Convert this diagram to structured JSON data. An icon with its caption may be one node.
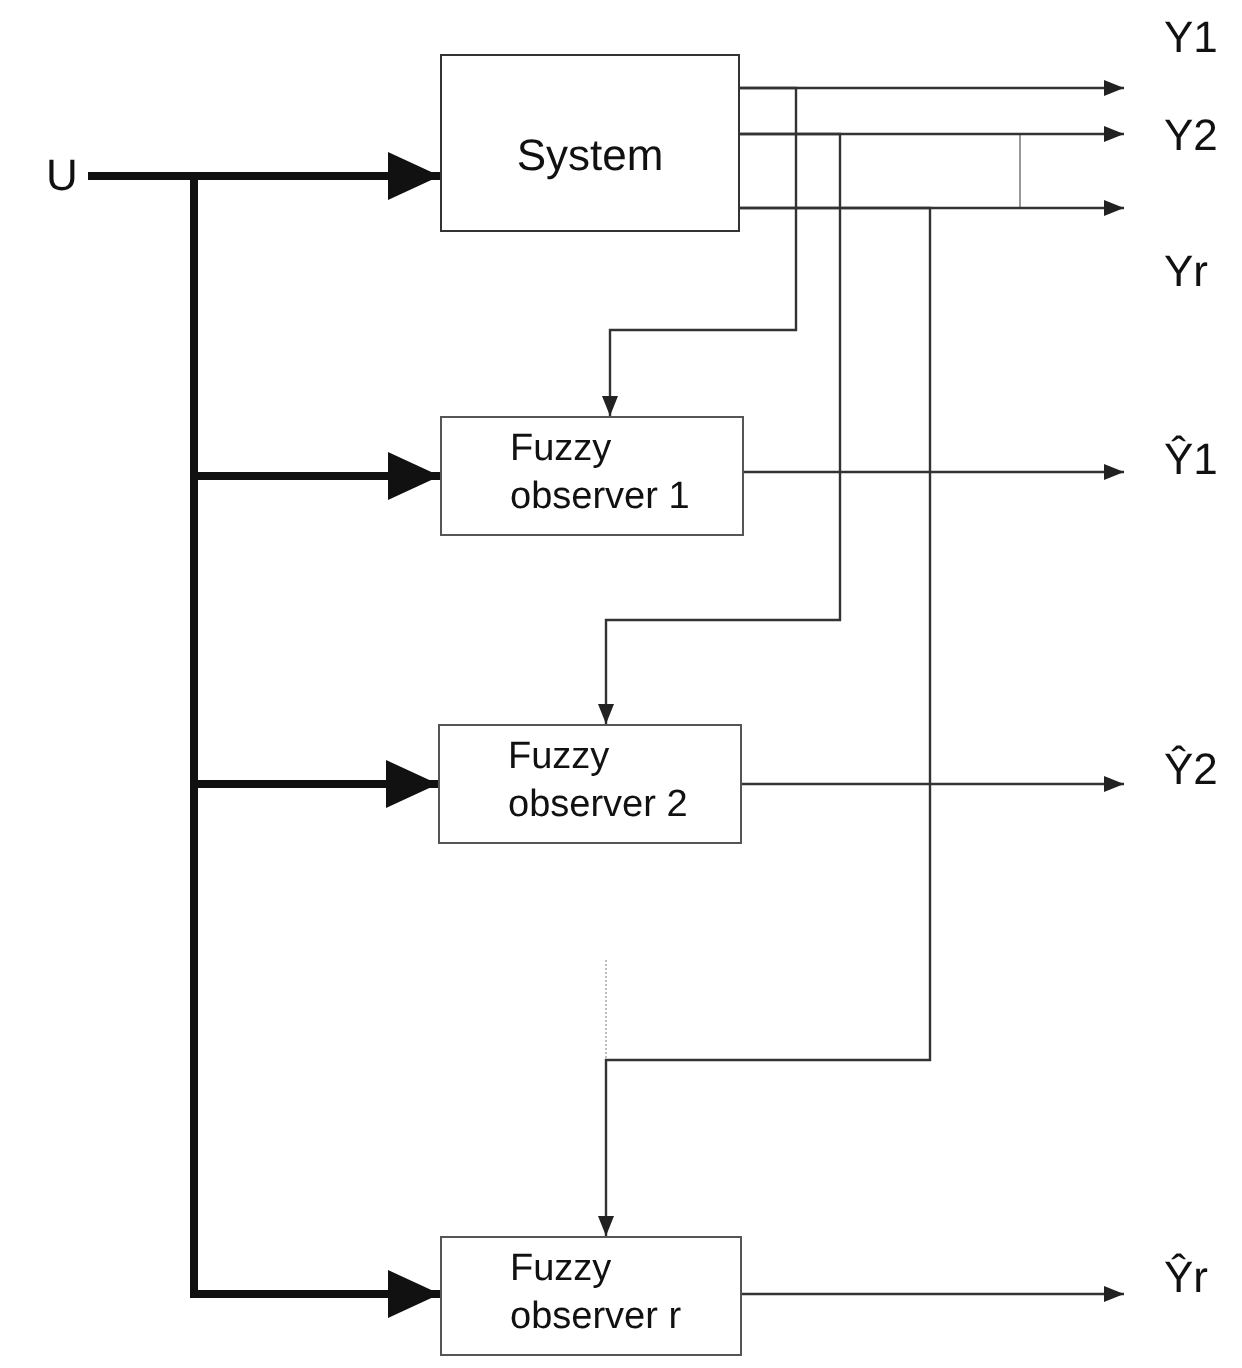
{
  "diagram": {
    "nodes": [
      {
        "text": [
          "U"
        ]
      },
      {
        "text": [
          "System"
        ]
      },
      {
        "text": [
          "Fuzzy observer 1"
        ]
      },
      {
        "text": [
          "Fuzzy observer 2"
        ]
      },
      {
        "text": [
          "Fuzzy observer r"
        ]
      },
      {
        "text": [
          "Y1"
        ]
      },
      {
        "text": [
          "Y2"
        ]
      },
      {
        "text": [
          "Yr"
        ]
      },
      {
        "text": [
          "Ŷ1"
        ]
      },
      {
        "text": [
          "Ŷ2"
        ]
      },
      {
        "text": [
          "Ŷr"
        ]
      }
    ],
    "edges": [
      {
        "from": 0,
        "to": 1,
        "arrow": "to",
        "style": "thick"
      },
      {
        "from": 0,
        "to": 2,
        "arrow": "to",
        "style": "thick"
      },
      {
        "from": 0,
        "to": 3,
        "arrow": "to",
        "style": "thick"
      },
      {
        "from": 0,
        "to": 4,
        "arrow": "to",
        "style": "thick"
      },
      {
        "from": 1,
        "to": 5,
        "arrow": "to"
      },
      {
        "from": 1,
        "to": 6,
        "arrow": "to"
      },
      {
        "from": 1,
        "to": 7,
        "arrow": "to"
      },
      {
        "from": 1,
        "to": 2,
        "arrow": "to"
      },
      {
        "from": 1,
        "to": 3,
        "arrow": "to"
      },
      {
        "from": 1,
        "to": 4,
        "arrow": "to"
      },
      {
        "from": 2,
        "to": 8,
        "arrow": "to"
      },
      {
        "from": 3,
        "to": 9,
        "arrow": "to"
      },
      {
        "from": 4,
        "to": 10,
        "arrow": "to"
      }
    ]
  }
}
